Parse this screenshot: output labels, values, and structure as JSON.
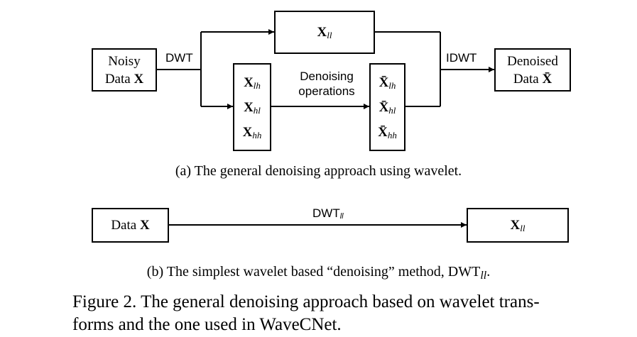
{
  "diagram_a": {
    "noisy_line1": "Noisy",
    "noisy_line2_text": "Data ",
    "noisy_line2_symbol": "X",
    "dwt_label": "DWT",
    "xll_symbol": "X",
    "xll_sub": "ll",
    "detail_symbol": "X",
    "detail_subs": [
      "lh",
      "hl",
      "hh"
    ],
    "denoising_line1": "Denoising",
    "denoising_line2": "operations",
    "denoised_detail_symbol": "X̄",
    "idwt_label": "IDWT",
    "out_line1": "Denoised",
    "out_line2_text": "Data ",
    "out_line2_symbol": "X̄"
  },
  "caption_a": "(a)  The general denoising approach using wavelet.",
  "diagram_b": {
    "data_text": "Data ",
    "data_symbol": "X",
    "arrow_label": "DWT",
    "arrow_label_sub": "ll",
    "out_symbol": "X",
    "out_sub": "ll"
  },
  "caption_b_text": "(b)  The simplest wavelet based “denoising” method, DWT",
  "caption_b_sub": "ll",
  "caption_b_end": ".",
  "figure_caption_line1": "Figure 2. The general denoising approach based on wavelet trans-",
  "figure_caption_line2": "forms and the one used in WaveCNet."
}
